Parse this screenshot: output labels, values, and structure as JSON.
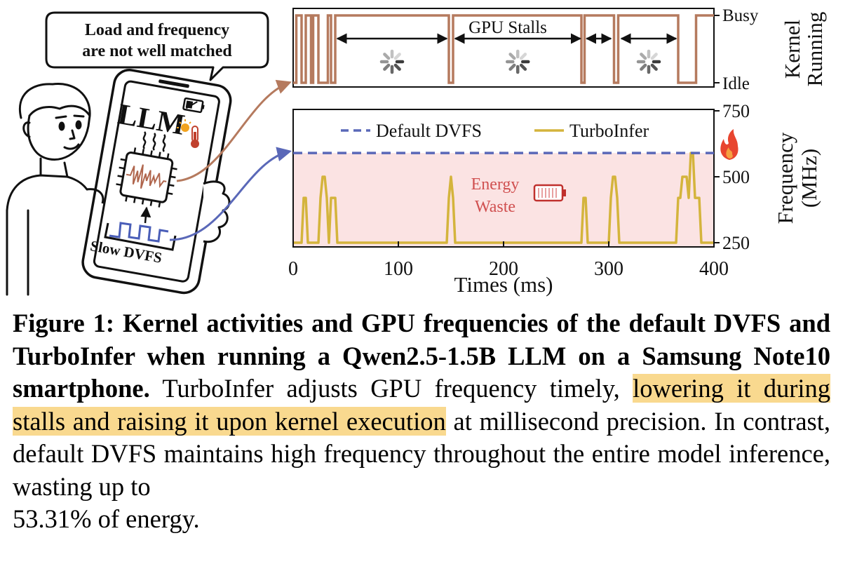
{
  "illustration": {
    "speech_bubble": [
      "Load and frequency",
      "are not well matched"
    ],
    "phone_app_label": "LLM",
    "dvfs_label": "Slow DVFS"
  },
  "kernel_panel": {
    "annotation": "GPU Stalls",
    "ylabel": [
      "Kernel",
      "Running"
    ],
    "states": [
      "Idle",
      "Busy"
    ]
  },
  "chart_data": {
    "type": "line",
    "xlabel": "Times (ms)",
    "ylabel": "Frequency (MHz)",
    "ylabel_lines": [
      "Frequency",
      "(MHz)"
    ],
    "xlim": [
      0,
      400
    ],
    "ylim": [
      250,
      750
    ],
    "xticks": [
      0,
      100,
      200,
      300,
      400
    ],
    "yticks": [
      250,
      500,
      750
    ],
    "legend_position": "top",
    "annotation": [
      "Energy",
      "Waste"
    ],
    "series": [
      {
        "name": "Default DVFS",
        "style": "dashed",
        "color": "#5a68b8",
        "x": [
          0,
          400
        ],
        "y": [
          590,
          590
        ]
      },
      {
        "name": "TurboInfer",
        "style": "solid",
        "color": "#d4b43c",
        "x": [
          0,
          8,
          10,
          12,
          14,
          24,
          26,
          28,
          30,
          32,
          34,
          36,
          40,
          42,
          44,
          146,
          148,
          150,
          152,
          154,
          274,
          276,
          278,
          280,
          300,
          302,
          304,
          306,
          308,
          310,
          312,
          364,
          366,
          368,
          370,
          374,
          376,
          378,
          380,
          382,
          386,
          388,
          390,
          400
        ],
        "y": [
          250,
          250,
          420,
          420,
          250,
          250,
          420,
          500,
          500,
          420,
          250,
          420,
          420,
          250,
          250,
          250,
          420,
          500,
          420,
          250,
          250,
          420,
          420,
          250,
          250,
          420,
          500,
          500,
          420,
          250,
          250,
          250,
          420,
          420,
          500,
          500,
          420,
          590,
          590,
          420,
          420,
          250,
          250,
          250
        ]
      }
    ],
    "kernel_activity": {
      "states": [
        "Idle",
        "Busy"
      ],
      "x": [
        0,
        3,
        3,
        8,
        8,
        12,
        12,
        17,
        17,
        19,
        19,
        24,
        24,
        33,
        33,
        36,
        36,
        40,
        40,
        148,
        148,
        152,
        152,
        274,
        274,
        277,
        277,
        305,
        305,
        309,
        309,
        366,
        366,
        383,
        383,
        400
      ],
      "y": [
        "Idle",
        "Idle",
        "Busy",
        "Busy",
        "Idle",
        "Idle",
        "Busy",
        "Busy",
        "Idle",
        "Idle",
        "Busy",
        "Busy",
        "Idle",
        "Idle",
        "Busy",
        "Busy",
        "Idle",
        "Idle",
        "Busy",
        "Busy",
        "Idle",
        "Idle",
        "Busy",
        "Busy",
        "Idle",
        "Idle",
        "Busy",
        "Busy",
        "Idle",
        "Idle",
        "Busy",
        "Busy",
        "Idle",
        "Idle",
        "Busy",
        "Busy"
      ]
    },
    "stall_arrows": [
      [
        42,
        146
      ],
      [
        154,
        273
      ],
      [
        279,
        302
      ],
      [
        312,
        364
      ]
    ]
  },
  "caption": {
    "bold": "Figure 1: Kernel activities and GPU frequencies of the default DVFS and TurboInfer when running a Qwen2.5-1.5B LLM on a Samsung Note10 smartphone.",
    "pre": "TurboInfer adjusts GPU frequency timely,",
    "highlight": "lowering it during stalls and raising it upon kernel execution",
    "post": "at millisecond precision. In contrast, default DVFS maintains high frequency throughout the entire model inference, wasting up to",
    "last": "53.31% of energy."
  },
  "colors": {
    "kernel_line": "#b57a5e",
    "default_dvfs": "#5a68b8",
    "turboinfer": "#d4b43c",
    "waste_fill": "#fbe3e3",
    "waste_text": "#d05050",
    "highlight": "#f9d98f"
  }
}
